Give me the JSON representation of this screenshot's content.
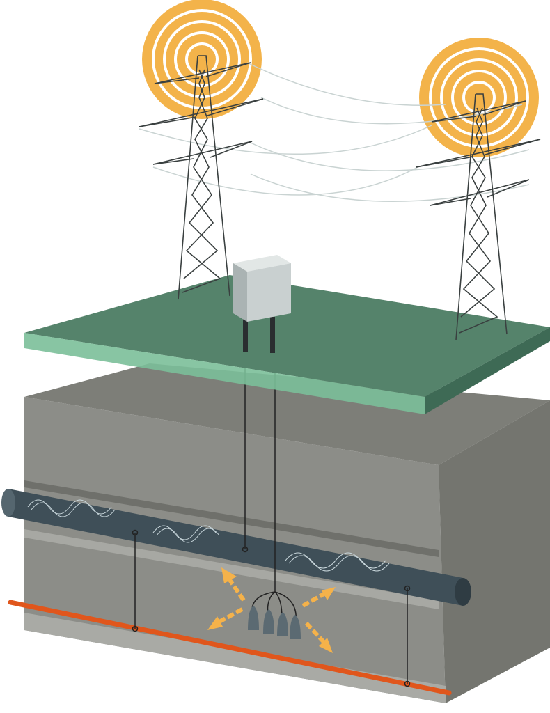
{
  "colors": {
    "signal_rings": "#f3b34a",
    "ground_front": "#8c8d88",
    "ground_side": "#74756f",
    "surface_top": "#55836b",
    "surface_edge": "#7bbf99",
    "pipeline": "#3f4f58",
    "rebar": "#e0561c",
    "current_arrows": "#f5b24a",
    "anodes": "#5b6a72",
    "test_station": "#c9d0d0"
  },
  "icons": [
    "transmission-tower",
    "signal-rings",
    "test-station-box",
    "pipeline",
    "anode-bed",
    "current-arrow"
  ]
}
